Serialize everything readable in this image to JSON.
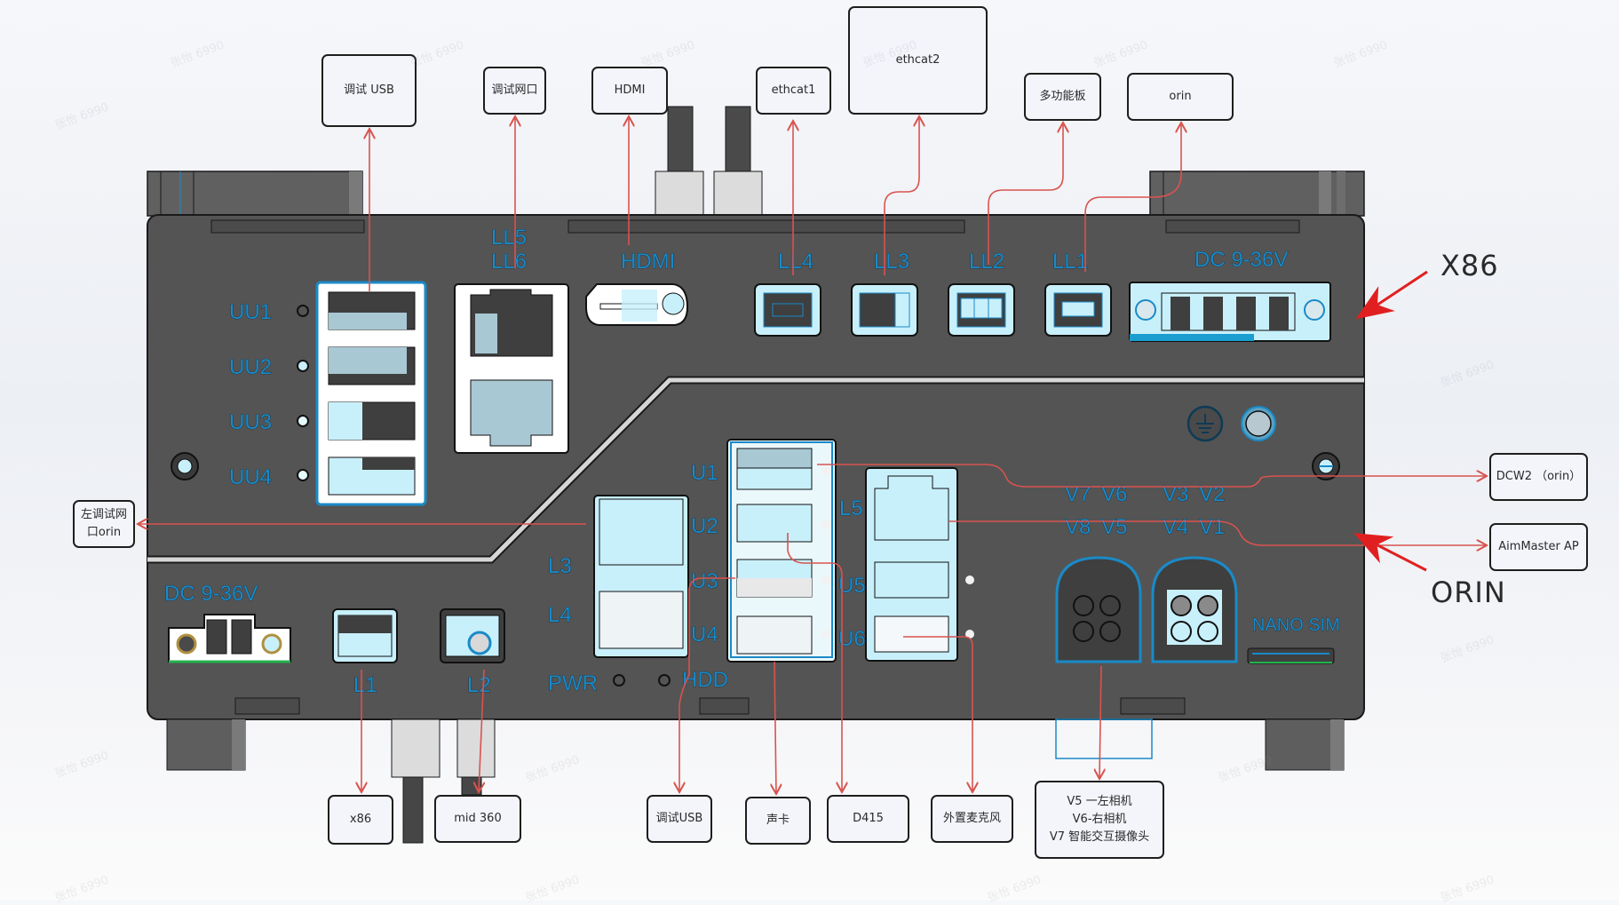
{
  "diagram": {
    "colors": {
      "panel": "#545454",
      "panel_dark": "#464646",
      "port_fill": "#c8f0fb",
      "port_outline": "#1a8ac8",
      "silkscreen": "#1a8ac8",
      "leader_line": "#d9534f",
      "arrow_red": "#e02020",
      "power_green": "#22b14c"
    },
    "side_labels": {
      "x86": "X86",
      "orin": "ORIN"
    },
    "callouts_top": [
      {
        "id": "debug-usb",
        "label": "调试 USB"
      },
      {
        "id": "debug-net",
        "label": "调试网口"
      },
      {
        "id": "hdmi",
        "label": "HDMI"
      },
      {
        "id": "ethcat1",
        "label": "ethcat1"
      },
      {
        "id": "ethcat2",
        "label": "ethcat2"
      },
      {
        "id": "multi-board",
        "label": "多功能板"
      },
      {
        "id": "orin",
        "label": "orin"
      }
    ],
    "callouts_right": [
      {
        "id": "dcw2",
        "label": "DCW2 （orin）"
      },
      {
        "id": "aimmaster",
        "label": "AimMaster AP"
      }
    ],
    "callouts_left": [
      {
        "id": "left-debug-net",
        "label": "左调试网\n口orin"
      }
    ],
    "callouts_bottom": [
      {
        "id": "x86",
        "label": "x86"
      },
      {
        "id": "mid360",
        "label": "mid 360"
      },
      {
        "id": "debug-usb-2",
        "label": "调试USB"
      },
      {
        "id": "sound-card",
        "label": "声卡"
      },
      {
        "id": "d415",
        "label": "D415"
      },
      {
        "id": "ext-mic",
        "label": "外置麦克风"
      },
      {
        "id": "cameras",
        "label": "V5 一左相机\nV6-右相机\nV7 智能交互摄像头"
      }
    ],
    "silkscreen": {
      "uu1": "UU1",
      "uu2": "UU2",
      "uu3": "UU3",
      "uu4": "UU4",
      "ll5": "LL5",
      "ll6": "LL6",
      "hdmi": "HDMI",
      "ll4": "LL4",
      "ll3": "LL3",
      "ll2": "LL2",
      "ll1": "LL1",
      "dc_top": "DC 9-36V",
      "u1": "U1",
      "u2": "U2",
      "u3": "U3",
      "u4": "U4",
      "l3": "L3",
      "l4": "L4",
      "l5": "L5",
      "u5": "U5",
      "u6": "U6",
      "v7": "V7",
      "v6": "V6",
      "v3": "V3",
      "v2": "V2",
      "v8": "V8",
      "v5": "V5",
      "v4": "V4",
      "v1": "V1",
      "dc_bottom": "DC 9-36V",
      "l1": "L1",
      "l2": "L2",
      "pwr": "PWR",
      "hdd": "HDD",
      "nano_sim": "NANO SIM"
    },
    "watermark_text": "张怡 6990"
  }
}
